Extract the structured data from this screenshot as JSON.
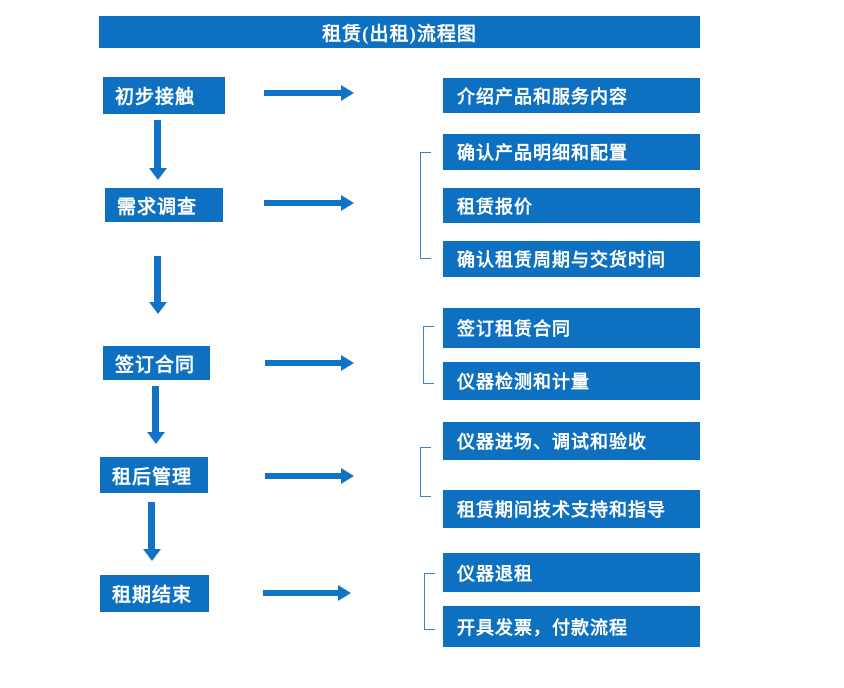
{
  "title": "租赁(出租)流程图",
  "colors": {
    "box_blue": "#0d70c1",
    "arrow_blue": "#1173c6",
    "bracket_blue": "#3b82c4",
    "text_white": "#ffffff"
  },
  "steps": [
    {
      "label": "初步接触",
      "details": [
        "介绍产品和服务内容"
      ]
    },
    {
      "label": "需求调查",
      "details": [
        "确认产品明细和配置",
        "租赁报价",
        "确认租赁周期与交货时间"
      ]
    },
    {
      "label": "签订合同",
      "details": [
        "签订租赁合同",
        "仪器检测和计量"
      ]
    },
    {
      "label": "租后管理",
      "details": [
        "仪器进场、调试和验收",
        "租赁期间技术支持和指导"
      ]
    },
    {
      "label": "租期结束",
      "details": [
        "仪器退租",
        "开具发票，付款流程"
      ]
    }
  ]
}
